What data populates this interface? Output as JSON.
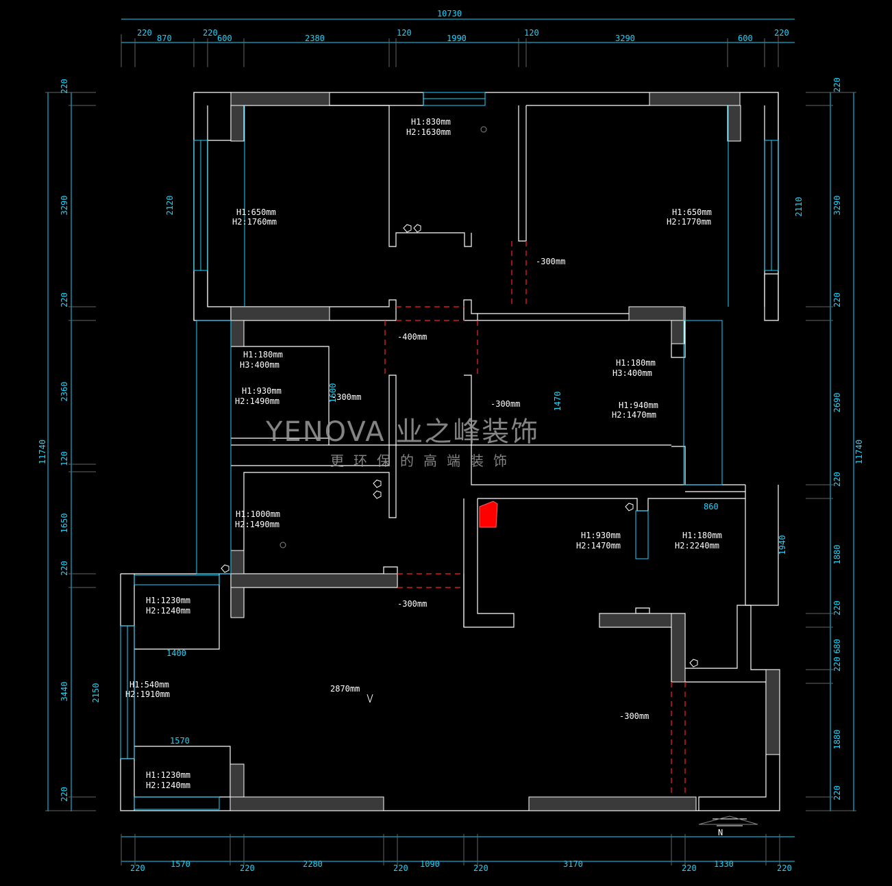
{
  "watermark": {
    "brand": "YENOVA 业之峰装饰",
    "tagline": "更环保的高端装饰"
  },
  "dimensions": {
    "top_total": "10730",
    "top": [
      "220",
      "870",
      "220",
      "600",
      "2380",
      "120",
      "1990",
      "120",
      "3290",
      "600",
      "220"
    ],
    "bottom": [
      "220",
      "1570",
      "220",
      "2280",
      "220",
      "1090",
      "220",
      "3170",
      "220",
      "1330",
      "220"
    ],
    "left_total": "11740",
    "left": [
      "220",
      "3290",
      "220",
      "2360",
      "120",
      "1650",
      "220",
      "3440",
      "220"
    ],
    "right_total": "11740",
    "right": [
      "220",
      "3290",
      "220",
      "2690",
      "220",
      "1880",
      "220",
      "680",
      "220",
      "1880",
      "220"
    ],
    "inner": {
      "d2120": "2120",
      "d2110": "2110",
      "d1600": "1600",
      "d1470": "1470",
      "d860": "860",
      "d1940": "1940",
      "d1400": "1400",
      "d2150": "2150",
      "d1570": "1570"
    }
  },
  "annotations": {
    "a1": [
      "H1:830mm",
      "H2:1630mm"
    ],
    "a2": [
      "H1:650mm",
      "H2:1760mm"
    ],
    "a3": [
      "H1:650mm",
      "H2:1770mm"
    ],
    "a4": [
      "H1:180mm",
      "H3:400mm"
    ],
    "a5": [
      "H1:930mm",
      "H2:1490mm"
    ],
    "a6": [
      "H1:180mm",
      "H3:400mm"
    ],
    "a7": [
      "H1:940mm",
      "H2:1470mm"
    ],
    "a8": [
      "H1:1000mm",
      "H2:1490mm"
    ],
    "a9": [
      "H1:930mm",
      "H2:1470mm"
    ],
    "a10": [
      "H1:180mm",
      "H2:2240mm"
    ],
    "a11": [
      "H1:1230mm",
      "H2:1240mm"
    ],
    "a12": [
      "H1:540mm",
      "H2:1910mm"
    ],
    "a13": [
      "H1:1230mm",
      "H2:1240mm"
    ]
  },
  "levels": {
    "l1": "-300mm",
    "l2": "-400mm",
    "l3": "-300mm",
    "l4": "-300mm",
    "l5": "-300mm",
    "l6": "-300mm",
    "ceiling": "2870mm"
  },
  "entry_label": "N"
}
